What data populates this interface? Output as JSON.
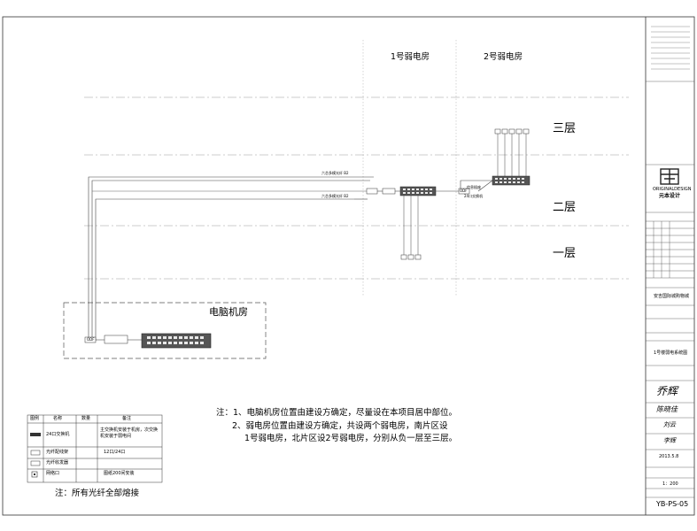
{
  "diagram": {
    "rooms": {
      "room1": "1号弱电房",
      "room2": "2号弱电房",
      "computer_room": "电脑机房"
    },
    "floors": [
      "三层",
      "二层",
      "一层"
    ],
    "fiber_labels": [
      "六芯多模光纤 B2",
      "六芯多模光纤 B2"
    ],
    "small_labels": {
      "odf": "ODF",
      "switch24": "24口交换机",
      "line_note": "信息插座"
    }
  },
  "notes": {
    "n1": "注：1、电脑机房位置由建设方确定，尽量设在本项目居中部位。",
    "n2": "2、弱电房位置由建设方确定，共设两个弱电房，南片区设",
    "n3": "1号弱电房，北片区设2号弱电房，分别从负一层至三层。",
    "bottom": "注：所有光纤全部熔接"
  },
  "legend": {
    "headers": [
      "图例",
      "名称",
      "数量",
      "备注"
    ],
    "rows": [
      {
        "name": "24口交换机",
        "qty": "",
        "remark": "主交换机安装于机房，次交换机安装于弱电间"
      },
      {
        "name": "光纤配线架",
        "qty": "",
        "remark": "12口/24口"
      },
      {
        "name": "光纤收发器",
        "qty": "",
        "remark": ""
      },
      {
        "name": "网络口",
        "qty": "",
        "remark": "图纸200间安装"
      }
    ]
  },
  "titleblock": {
    "company_en": "ORIGINALDESIGN",
    "company_cn": "元本设计",
    "project": "安吉国际城购物城",
    "drawing_title": "1号楼弱电系统图",
    "signature1": "乔辉",
    "signature2": "陈晓佳",
    "signature3": "刘云",
    "signature4": "李辉",
    "date": "2013.5.8",
    "scale": "1：200",
    "sheet_no": "YB-PS-05"
  }
}
